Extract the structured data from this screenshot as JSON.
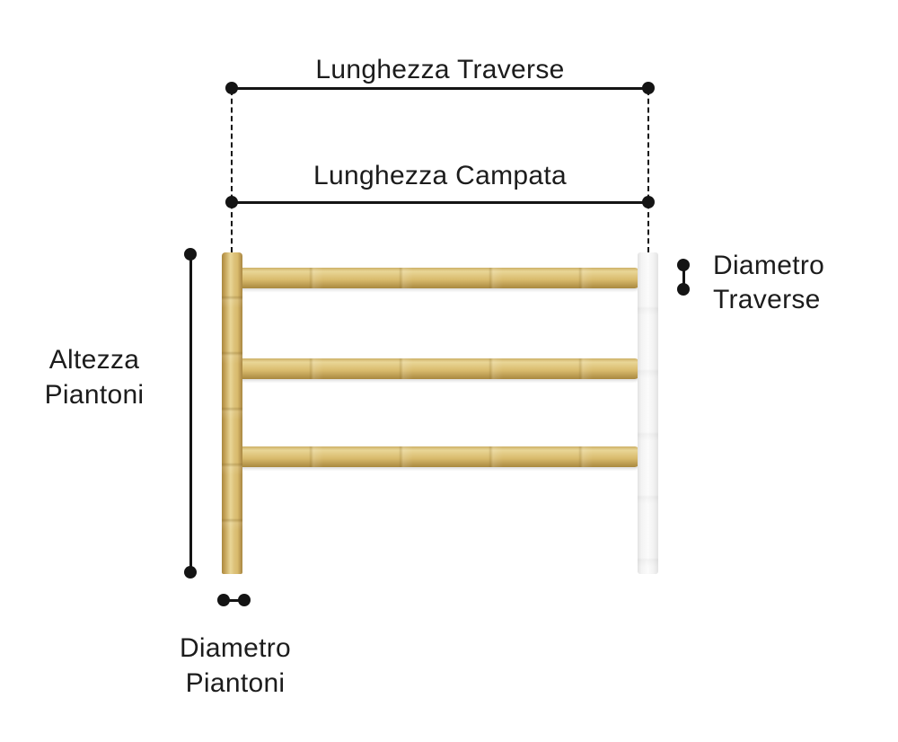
{
  "diagram": {
    "labels": {
      "lunghezza_traverse": "Lunghezza Traverse",
      "lunghezza_campata": "Lunghezza Campata",
      "altezza_piantoni": "Altezza\nPiantoni",
      "diametro_traverse": "Diametro\nTraverse",
      "diametro_piantoni": "Diametro\nPiantoni"
    },
    "colors": {
      "background": "#ffffff",
      "line": "#141414",
      "text": "#1c1c1c",
      "wood_light": "#e9d697",
      "wood_mid": "#d9bb6d",
      "wood_dark": "#a9883f",
      "white_post": "#fbfbfb",
      "white_post_edge": "#e2e2e2"
    }
  }
}
